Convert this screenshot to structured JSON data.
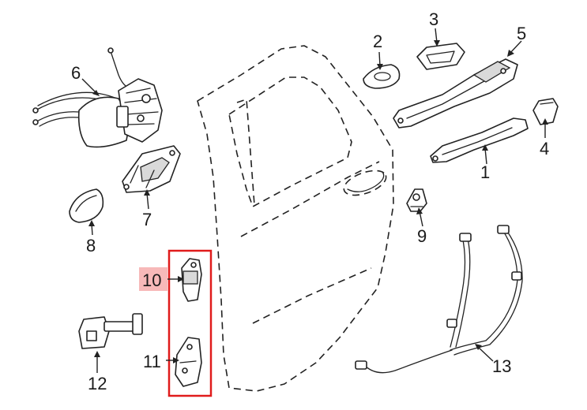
{
  "diagram": {
    "callouts": [
      {
        "id": "1",
        "label": "1"
      },
      {
        "id": "2",
        "label": "2"
      },
      {
        "id": "3",
        "label": "3"
      },
      {
        "id": "4",
        "label": "4"
      },
      {
        "id": "5",
        "label": "5"
      },
      {
        "id": "6",
        "label": "6"
      },
      {
        "id": "7",
        "label": "7"
      },
      {
        "id": "8",
        "label": "8"
      },
      {
        "id": "9",
        "label": "9"
      },
      {
        "id": "10",
        "label": "10"
      },
      {
        "id": "11",
        "label": "11"
      },
      {
        "id": "12",
        "label": "12"
      },
      {
        "id": "13",
        "label": "13"
      }
    ],
    "highlighted_callout": "10",
    "highlight_color": "#f7b9b9",
    "group_box_color": "#e01b1b"
  }
}
